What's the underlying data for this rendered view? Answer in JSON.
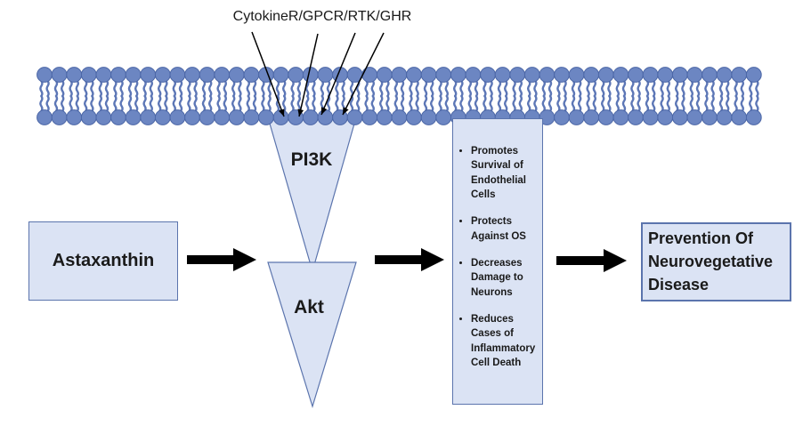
{
  "receptor_label": "CytokineR/GPCR/RTK/GHR",
  "membrane": {
    "semantic": "lipid-bilayer-membrane"
  },
  "nodes": {
    "input": "Astaxanthin",
    "kinase_top": "PI3K",
    "kinase_bottom": "Akt",
    "outcome": "Prevention Of Neurovegetative Disease"
  },
  "effects_box": {
    "bullets": [
      "Promotes Survival of Endothelial Cells",
      "Protects Against OS",
      "Decreases Damage to Neurons",
      "Reduces Cases of Inflammatory Cell Death"
    ]
  },
  "colors": {
    "background": "#ffffff",
    "node_fill": "#dbe3f4",
    "node_border": "#5b74ad",
    "membrane_head": "#6c86c2",
    "membrane_head_border": "#4b66a6",
    "membrane_tail": "#5d77b6",
    "arrow": "#000000",
    "text": "#1a1a1a"
  }
}
